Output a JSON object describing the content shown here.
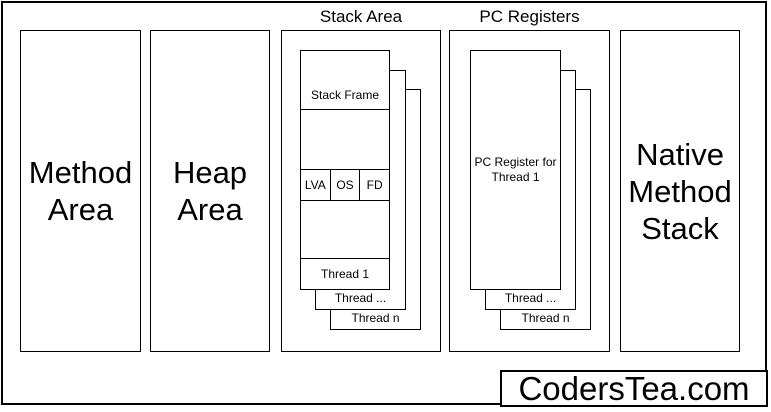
{
  "watermark": "CodersTea.com",
  "areas": {
    "method": {
      "label": "Method Area"
    },
    "heap": {
      "label": "Heap Area"
    },
    "stack": {
      "title": "Stack Area",
      "frame_label": "Stack Frame",
      "cells": [
        "LVA",
        "OS",
        "FD"
      ],
      "threads": [
        "Thread 1",
        "Thread ...",
        "Thread n"
      ]
    },
    "pc": {
      "title": "PC Registers",
      "register_label": "PC Register for\nThread 1",
      "threads": [
        "Thread ...",
        "Thread n"
      ]
    },
    "native": {
      "label": "Native Method Stack"
    }
  },
  "colors": {
    "line": "#000000",
    "background": "#ffffff"
  }
}
